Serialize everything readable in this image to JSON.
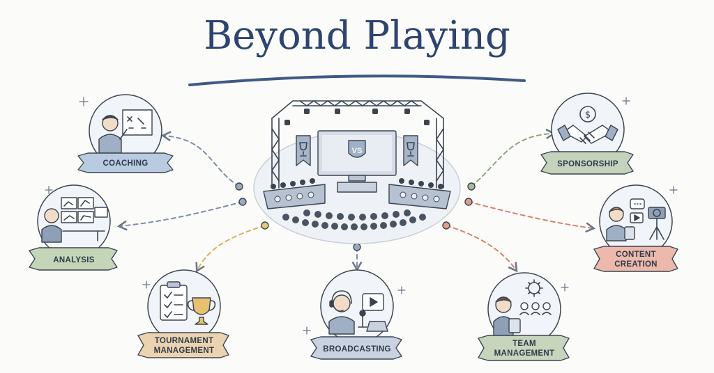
{
  "title": "Beyond Playing",
  "center": {
    "screen_icon": "versus-shield-icon",
    "screen_text": "VS"
  },
  "roles": [
    {
      "id": "coaching",
      "lines": [
        "COACHING"
      ],
      "icon": "coach-whiteboard-icon",
      "ribbon_color": "#b9cbe0"
    },
    {
      "id": "analysis",
      "lines": [
        "ANALYSIS"
      ],
      "icon": "analyst-monitors-icon",
      "ribbon_color": "#c5d6b8"
    },
    {
      "id": "tournament-management",
      "lines": [
        "TOURNAMENT",
        "MANAGEMENT"
      ],
      "icon": "clipboard-trophy-icon",
      "ribbon_color": "#ecd3b0"
    },
    {
      "id": "broadcasting",
      "lines": [
        "BROADCASTING"
      ],
      "icon": "caster-headset-icon",
      "ribbon_color": "#c9d2e0"
    },
    {
      "id": "team-management",
      "lines": [
        "TEAM",
        "MANAGEMENT"
      ],
      "icon": "manager-tablet-icon",
      "ribbon_color": "#c7d5bc"
    },
    {
      "id": "sponsorship",
      "lines": [
        "SPONSORSHIP"
      ],
      "icon": "handshake-dollar-icon",
      "ribbon_color": "#c5d3bd"
    },
    {
      "id": "content-creation",
      "lines": [
        "CONTENT",
        "CREATION"
      ],
      "icon": "creator-camera-icon",
      "ribbon_color": "#ecb9ac"
    }
  ],
  "colors": {
    "title": "#2e4470",
    "line_blue": "#7f8ea6",
    "line_yellow": "#d9b35a",
    "line_red": "#d9826e",
    "line_green": "#8ea67a"
  }
}
